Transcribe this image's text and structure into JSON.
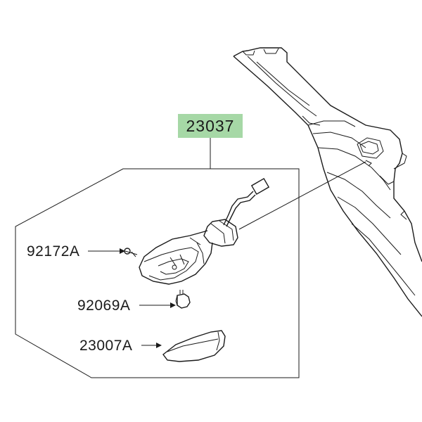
{
  "diagram": {
    "main_part_number": "23037",
    "highlight_color": "#a6d8a6",
    "parts": [
      {
        "number": "92172A",
        "description_icon": "screw-icon"
      },
      {
        "number": "92069A",
        "description_icon": "bulb-icon"
      },
      {
        "number": "23007A",
        "description_icon": "lens-icon"
      }
    ]
  }
}
